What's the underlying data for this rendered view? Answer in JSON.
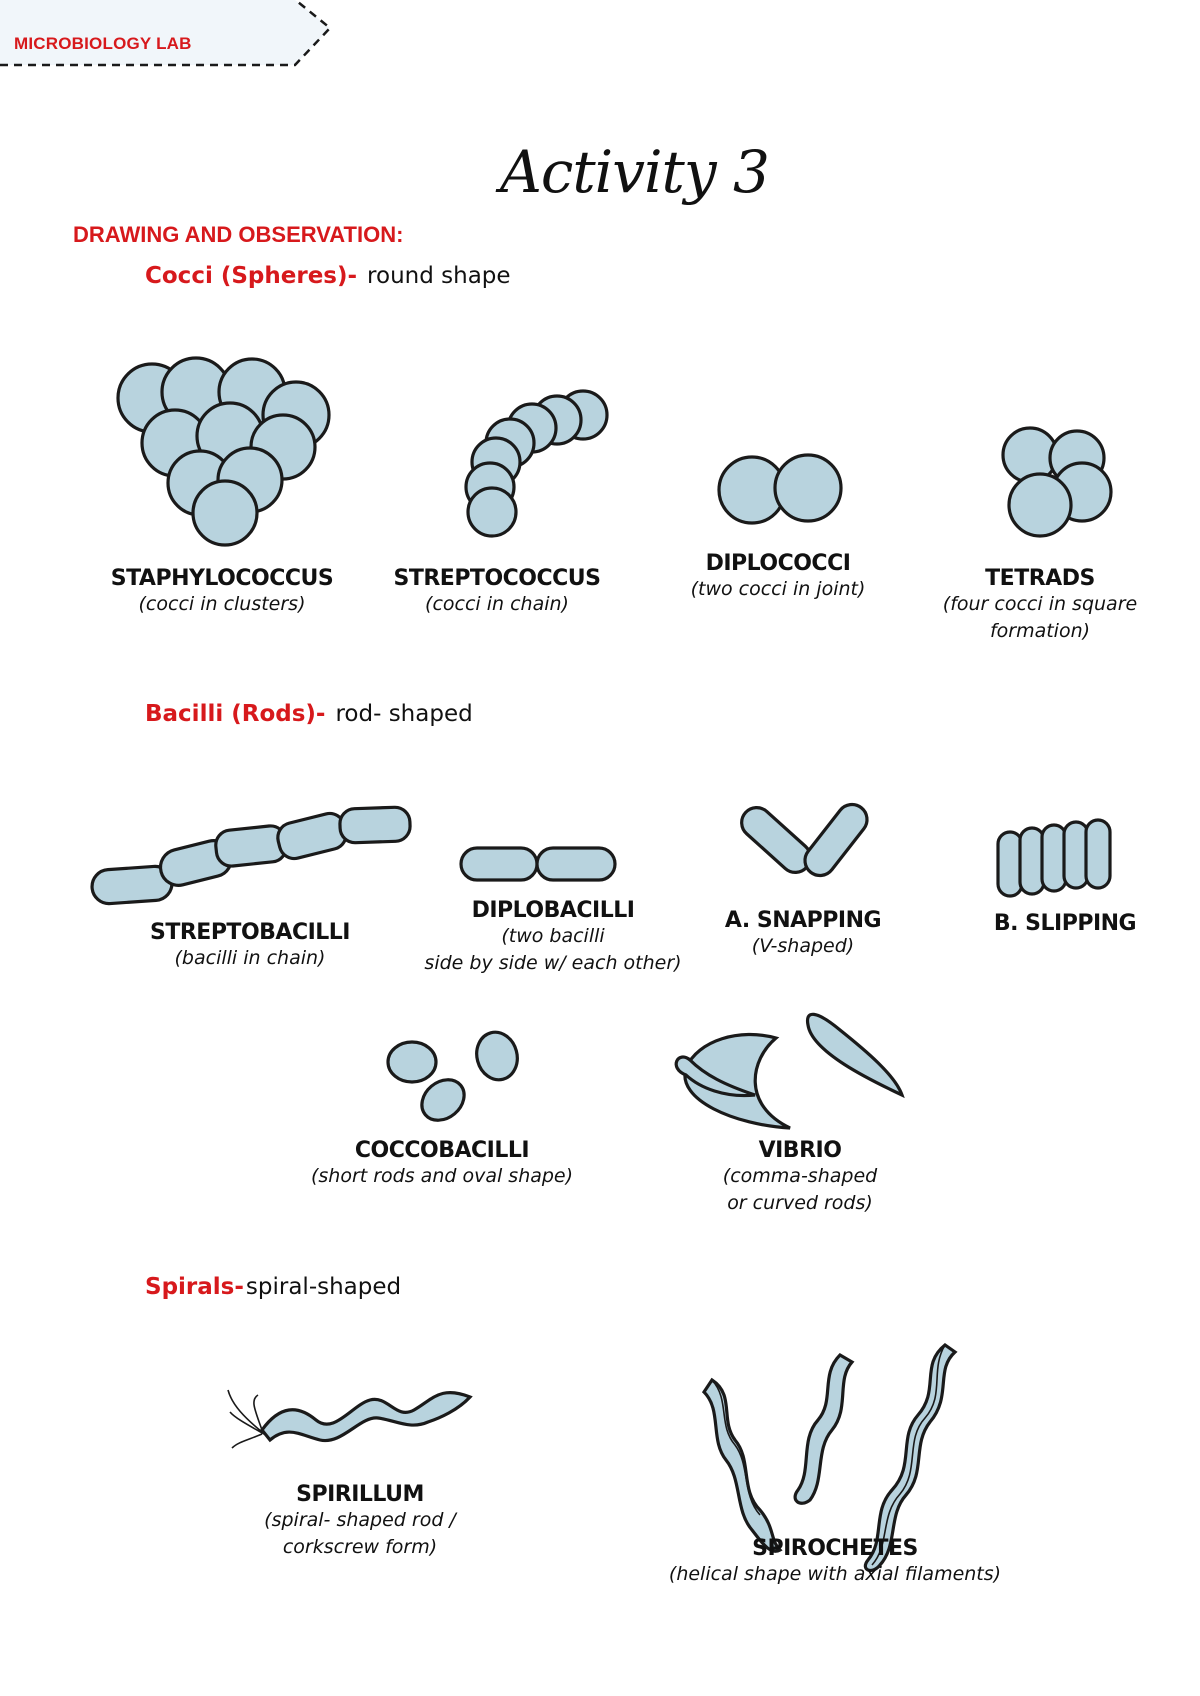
{
  "header": {
    "tab_label": "MICROBIOLOGY LAB"
  },
  "title": "Activity 3",
  "section_heading": "DRAWING AND OBSERVATION:",
  "sections": {
    "cocci": {
      "label": "Cocci (Spheres)-",
      "desc": "round shape"
    },
    "bacilli": {
      "label": "Bacilli (Rods)-",
      "desc": "rod- shaped"
    },
    "spirals": {
      "label": "Spirals-",
      "desc": "spiral-shaped"
    }
  },
  "cocci_items": [
    {
      "name": "STAPHYLOCOCCUS",
      "note": "(cocci in clusters)"
    },
    {
      "name": "STREPTOCOCCUS",
      "note": "(cocci in chain)"
    },
    {
      "name": "DIPLOCOCCI",
      "note": "(two cocci in joint)"
    },
    {
      "name": "TETRADS",
      "note": "(four cocci in square",
      "note2": "formation)"
    }
  ],
  "bacilli_items": [
    {
      "name": "STREPTOBACILLI",
      "note": "(bacilli in chain)"
    },
    {
      "name": "DIPLOBACILLI",
      "note": "(two bacilli",
      "note2": "side by side w/ each other)"
    },
    {
      "name": "A. SNAPPING",
      "note": "(V-shaped)"
    },
    {
      "name": "B. SLIPPING"
    },
    {
      "name": "COCCOBACILLI",
      "note": "(short rods and oval shape)"
    },
    {
      "name": "VIBRIO",
      "note": "(comma-shaped",
      "note2": "or curved rods)"
    }
  ],
  "spiral_items": [
    {
      "name": "SPIRILLUM",
      "note": "(spiral- shaped rod /",
      "note2": "corkscrew form)"
    },
    {
      "name": "SPIROCHETES",
      "note": "(helical shape with axial filaments)"
    }
  ],
  "colors": {
    "accent_red": "#d7191c",
    "cell_fill": "#b8d3de",
    "outline": "#1a1a1a"
  }
}
